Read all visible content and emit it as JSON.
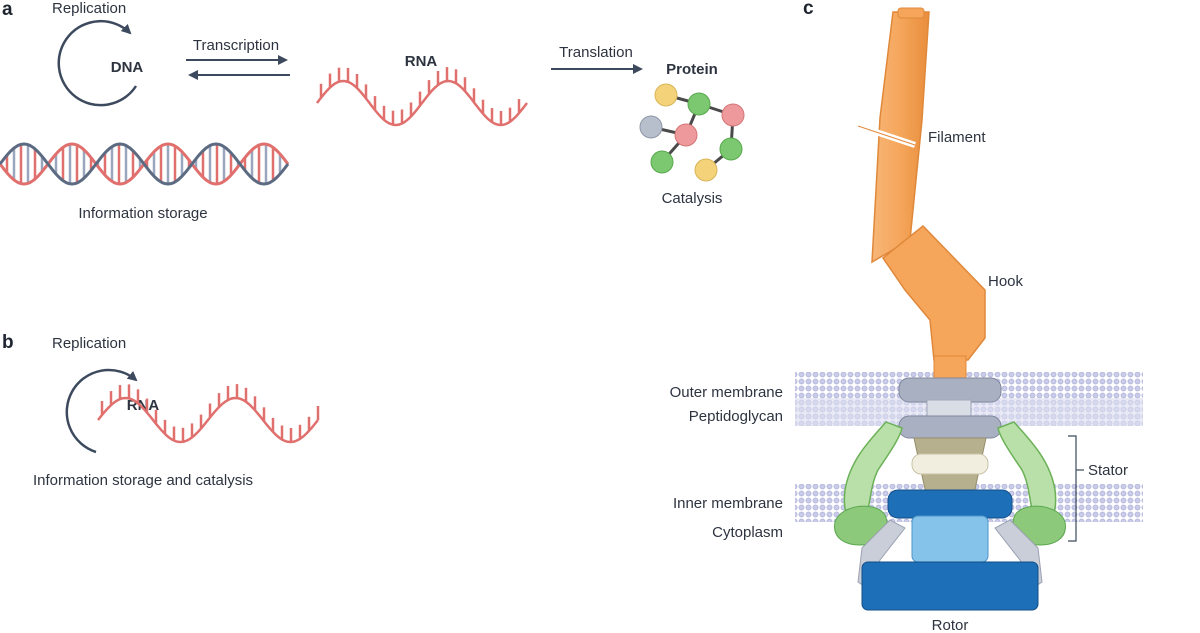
{
  "panels": {
    "a": {
      "letter": "a",
      "replication": "Replication",
      "dna": "DNA",
      "transcription": "Transcription",
      "rna": "RNA",
      "translation": "Translation",
      "protein": "Protein",
      "catalysis": "Catalysis",
      "info_storage": "Information storage"
    },
    "b": {
      "letter": "b",
      "replication": "Replication",
      "rna": "RNA",
      "info_storage_catalysis": "Information storage and catalysis"
    },
    "c": {
      "letter": "c",
      "filament": "Filament",
      "hook": "Hook",
      "outer_membrane": "Outer membrane",
      "peptidoglycan": "Peptidoglycan",
      "stator": "Stator",
      "inner_membrane": "Inner membrane",
      "cytoplasm": "Cytoplasm",
      "rotor": "Rotor"
    }
  },
  "colors": {
    "arrow": "#3d4a5e",
    "rna_strand": "#e0706e",
    "dna_backbone": "#5c6b82",
    "filament": "#f5a65b",
    "membrane": "#c4c8e6",
    "stator": "#8cc97a",
    "rotor": "#1d6fb8"
  }
}
